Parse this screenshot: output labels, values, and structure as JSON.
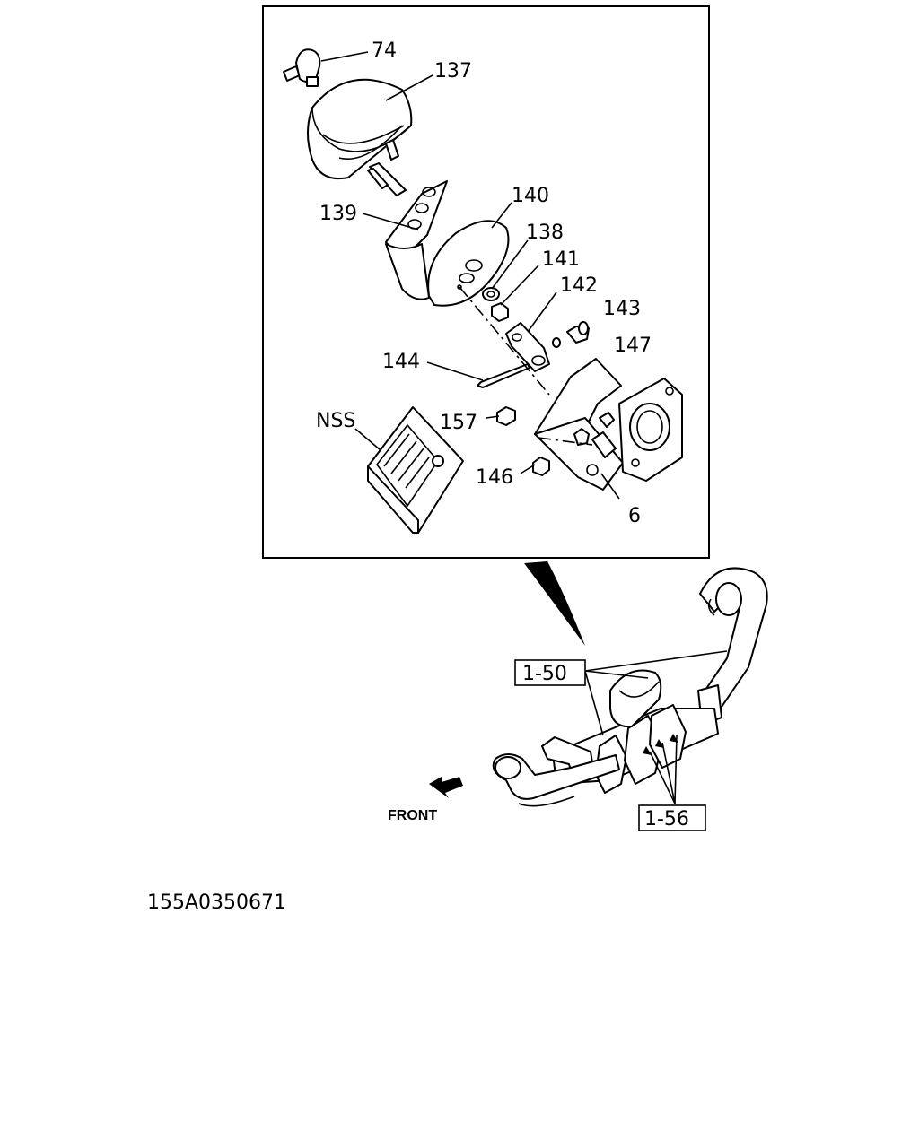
{
  "detail_box": {
    "labels": {
      "p74": "74",
      "p137": "137",
      "p139": "139",
      "p140": "140",
      "p138": "138",
      "p141": "141",
      "p142": "142",
      "p143": "143",
      "p147": "147",
      "p144": "144",
      "p157": "157",
      "p146": "146",
      "p6": "6",
      "nss": "NSS"
    }
  },
  "overview": {
    "ref_top": "1-50",
    "ref_bottom": "1-56",
    "direction": "FRONT"
  },
  "drawing_code": "155A0350671"
}
